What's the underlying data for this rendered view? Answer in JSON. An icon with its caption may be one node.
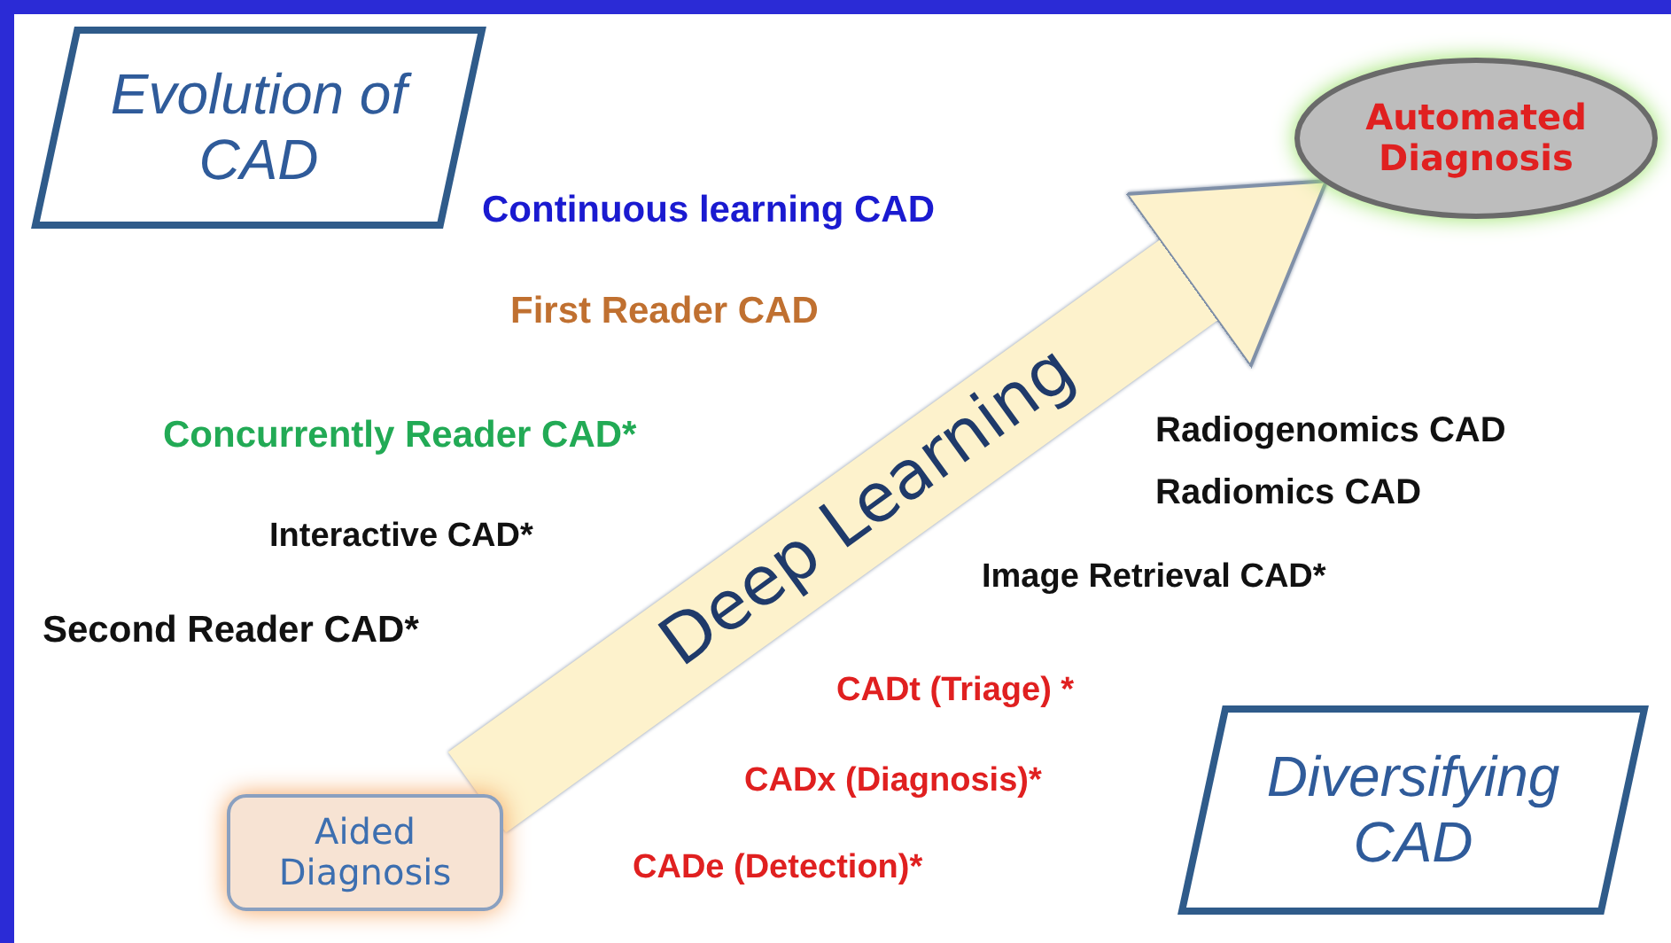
{
  "diagram": {
    "nodes": [
      {
        "text": [
          "Evolution of CAD"
        ]
      },
      {
        "text": [
          "Automated Diagnosis"
        ]
      },
      {
        "text": [
          "Aided Diagnosis"
        ]
      },
      {
        "text": [
          "Diversifying CAD"
        ]
      }
    ],
    "edges": [
      {
        "from": 2,
        "to": 1,
        "arrow": "to",
        "label": "Deep Learning"
      }
    ],
    "labels": [
      "Continuous learning CAD",
      "First Reader CAD",
      "Concurrently Reader CAD*",
      "Interactive CAD*",
      "Second Reader CAD*",
      "Radiogenomics CAD",
      "Radiomics CAD",
      "Image Retrieval CAD*",
      "CADt (Triage) *",
      "CADx (Diagnosis)*",
      "CADe (Detection)*"
    ]
  }
}
